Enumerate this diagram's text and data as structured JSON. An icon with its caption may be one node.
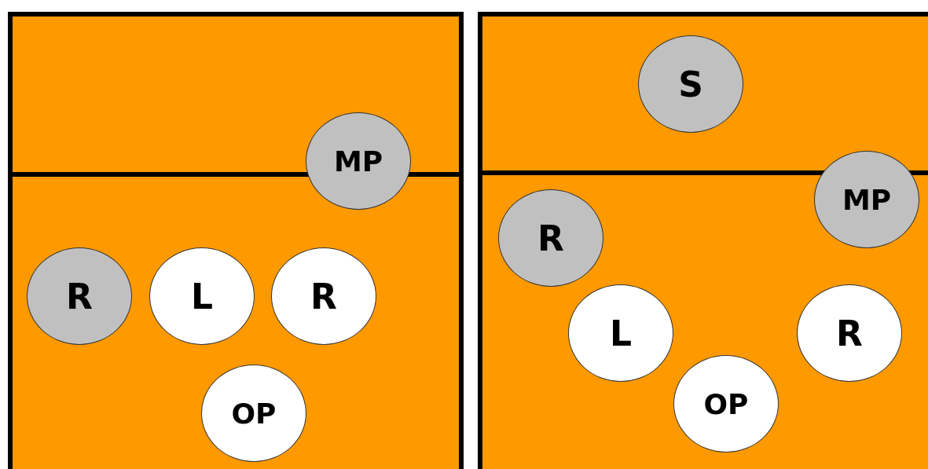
{
  "diagram": {
    "nodes": [
      {
        "text": [],
        "shape": "box"
      },
      {
        "text": [
          "MP"
        ],
        "in": 0
      },
      {
        "text": [
          "R"
        ],
        "in": 0
      },
      {
        "text": [
          "L"
        ],
        "in": 0
      },
      {
        "text": [
          "R"
        ],
        "in": 0
      },
      {
        "text": [
          "OP"
        ],
        "in": 0
      },
      {
        "text": [],
        "shape": "box"
      },
      {
        "text": [
          "S"
        ],
        "in": 6
      },
      {
        "text": [
          "MP"
        ],
        "in": 6
      },
      {
        "text": [
          "R"
        ],
        "in": 6
      },
      {
        "text": [
          "L"
        ],
        "in": 6
      },
      {
        "text": [
          "R"
        ],
        "in": 6
      },
      {
        "text": [
          "OP"
        ],
        "in": 6
      }
    ]
  }
}
